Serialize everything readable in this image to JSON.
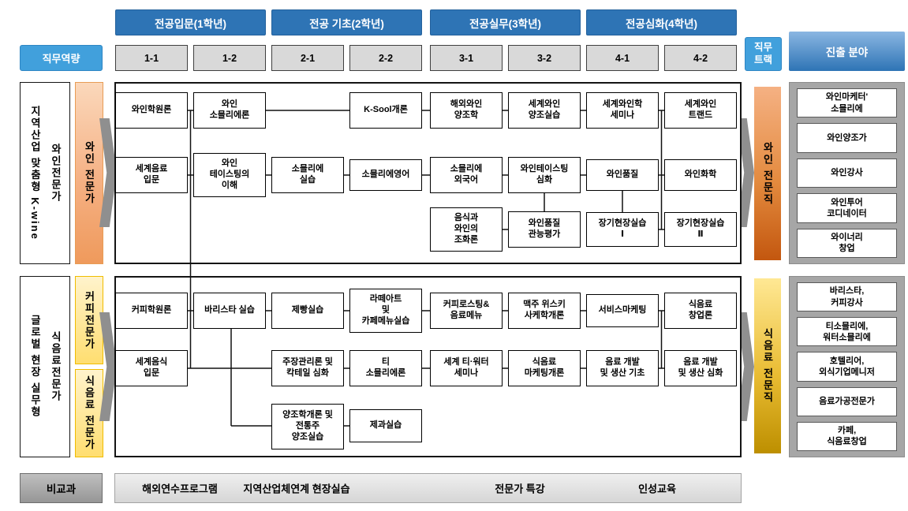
{
  "palette": {
    "header_blue": "#2E74B5",
    "light_blue": "#41A0DC",
    "wine_orange": "#F5B083",
    "wine_track_orange": "#C3570F",
    "food_yellow": "#FFDE70",
    "food_track_gold": "#BD8F00",
    "gray_box": "#D9D9D9",
    "career_panel_gray": "#A6A6A6"
  },
  "top": {
    "competency_label": "직무역량",
    "years": [
      "전공입문(1학년)",
      "전공 기초(2학년)",
      "전공실무(3학년)",
      "전공심화(4학년)"
    ],
    "semesters": [
      "1-1",
      "1-2",
      "2-1",
      "2-2",
      "3-1",
      "3-2",
      "4-1",
      "4-2"
    ],
    "track_label": "직무\n트랙",
    "field_label": "진출 분야"
  },
  "wine": {
    "side_label": "와인전문가\n지역산업 맞춤형 K-wine",
    "competency_bar": "와인 전문가",
    "track_bar": "와인 전문직",
    "row1": [
      "와인학원론",
      "와인\n소믈리에론",
      "K-Sool개론",
      "해외와인\n양조학",
      "세계와인\n양조실습",
      "세계와인학\n세미나",
      "세계와인\n트랜드"
    ],
    "row2": [
      "세계음료\n입문",
      "와인\n테이스팅의\n이해",
      "소믈리에\n실습",
      "소믈리에영어",
      "소믈리에\n외국어",
      "와인테이스팅\n심화",
      "와인품질",
      "와인화학"
    ],
    "row3": [
      "음식과\n와인의\n조화론",
      "와인품질\n관능평가",
      "장기현장실습\nⅠ",
      "장기현장실습\nⅡ"
    ],
    "careers": [
      "와인마케터'\n소믈리에",
      "와인양조가",
      "와인강사",
      "와인투어\n코디네이터",
      "와이너리\n창업"
    ]
  },
  "food": {
    "side_label": "식음료전문가\n글로벌 현장 실무형",
    "competency_bar_coffee": "커피전문가",
    "competency_bar_food": "식음료 전문가",
    "track_bar": "식음료 전문직",
    "row1": [
      "커피학원론",
      "바리스타 실습",
      "제빵실습",
      "라떼아트\n및\n카페메뉴실습",
      "커피로스팅&\n음료메뉴",
      "맥주 위스키\n사케학개론",
      "서비스마케팅",
      "식음료\n창업론"
    ],
    "row2": [
      "세계음식\n입문",
      "주장관리론 및\n칵테일 심화",
      "티\n소믈리에론",
      "세계 티·워터\n세미나",
      "식음료\n마케팅개론",
      "음료 개발\n및 생산 기초",
      "음료 개발\n및 생산 심화"
    ],
    "row3": [
      "양조학개론 및\n전통주\n양조실습",
      "제과실습"
    ],
    "careers": [
      "바리스타,\n커피강사",
      "티소믈리에,\n워터소믈리에",
      "호텔리어,\n외식기업메니저",
      "음료가공전문가",
      "카페,\n식음료창업"
    ]
  },
  "extracurricular": {
    "label": "비교과",
    "items": [
      "해외연수프로그램",
      "지역산업체연계 현장실습",
      "전문가 특강",
      "인성교육"
    ]
  }
}
